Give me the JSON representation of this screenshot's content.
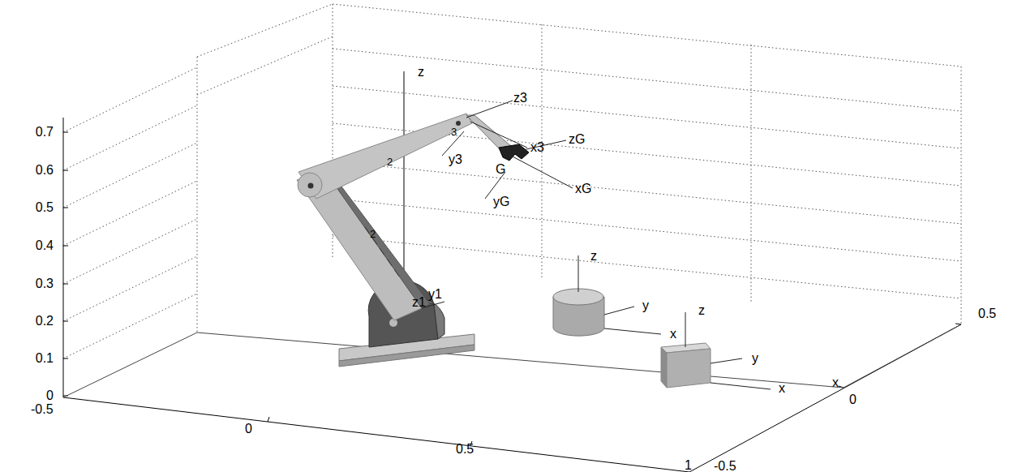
{
  "diagram": {
    "labels": [
      "0.7",
      "0.6",
      "0.5",
      "0.4",
      "0.3",
      "0.2",
      "0.1",
      "0",
      "-0.5",
      "0",
      "0.5",
      "1",
      "-0.5",
      "0",
      "0.5",
      "z",
      "z3",
      "3",
      "y3",
      "x3",
      "zG",
      "xG",
      "G",
      "yG",
      "2",
      "2",
      "z1",
      "y1",
      "z",
      "y",
      "x",
      "z",
      "y",
      "x",
      "x"
    ]
  }
}
